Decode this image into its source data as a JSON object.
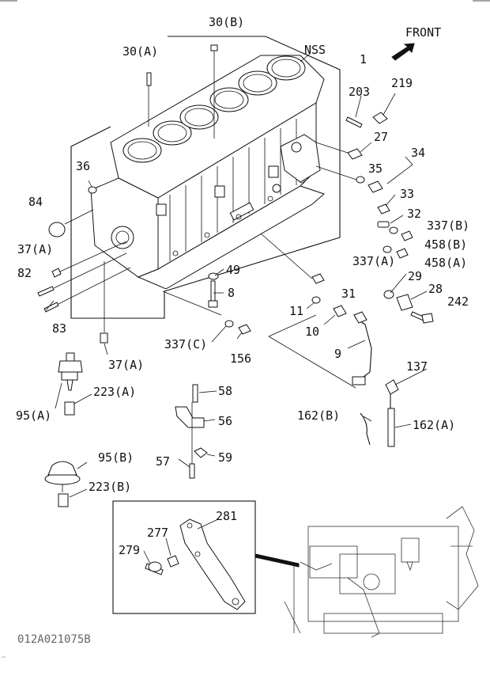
{
  "figure_id": "012A021075B",
  "front_label": "FRONT",
  "callouts": {
    "c30b": "30(B)",
    "c30a": "30(A)",
    "nss": "NSS",
    "c1": "1",
    "c203": "203",
    "c219": "219",
    "c27": "27",
    "c34": "34",
    "c35": "35",
    "c36": "36",
    "c33": "33",
    "c84": "84",
    "c32": "32",
    "c337b": "337(B)",
    "c458b": "458(B)",
    "c37a_top": "37(A)",
    "c337a": "337(A)",
    "c458a": "458(A)",
    "c82": "82",
    "c49": "49",
    "c29": "29",
    "c28": "28",
    "c242": "242",
    "c8": "8",
    "c31": "31",
    "c83": "83",
    "c11": "11",
    "c10": "10",
    "c337c": "337(C)",
    "c156": "156",
    "c37a_bottom": "37(A)",
    "c9": "9",
    "c137": "137",
    "c58": "58",
    "c223a": "223(A)",
    "c56": "56",
    "c95a": "95(A)",
    "c162b": "162(B)",
    "c162a": "162(A)",
    "c57": "57",
    "c59": "59",
    "c95b": "95(B)",
    "c223b": "223(B)",
    "c281": "281",
    "c277": "277",
    "c279": "279"
  }
}
